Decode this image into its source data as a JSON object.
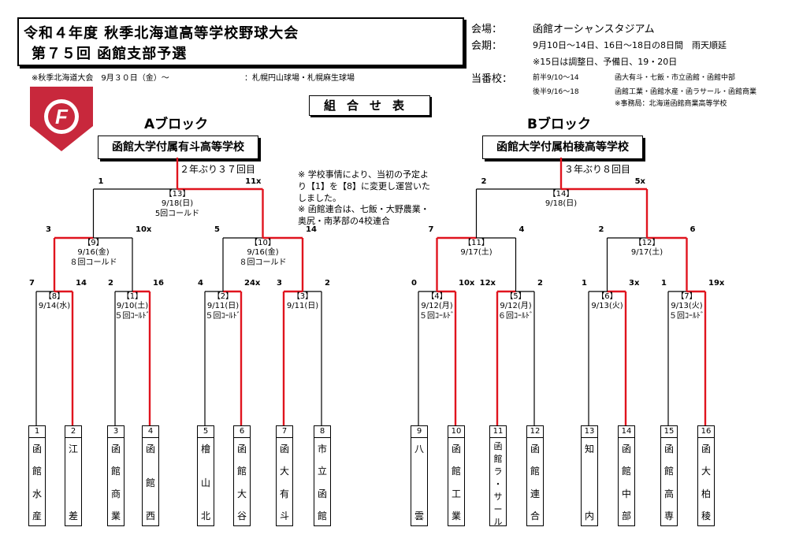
{
  "title": {
    "line1": "令和４年度 秋季北海道高等学校野球大会",
    "line2": "第７５回 函館支部予選"
  },
  "info": {
    "venue_label": "会場：",
    "venue": "函館オーシャンスタジアム",
    "period_label": "会期：",
    "period": "9月10日～14日、16日～18日の8日間　雨天順延",
    "period_note": "※15日は調整日、予備日、19・20日",
    "host_label": "当番校：",
    "host_rows": [
      {
        "term": "前半9/10～14",
        "schools": "函大有斗・七飯・市立函館・函館中部"
      },
      {
        "term": "後半9/16～18",
        "schools": "函館工業・函館水産・函ラサール・函館商業"
      }
    ],
    "office": "※事務局：北海道函館商業高等学校",
    "hokkaido_note": "※秋季北海道大会　9月３０日（金）～",
    "hokkaido_venue": "：札幌円山球場・札幌麻生球場"
  },
  "chart_label": "組合せ表",
  "blocks": [
    {
      "name": "Aブロック",
      "winner": "函館大学付属有斗高等学校",
      "appearance": "２年ぶり３７回目"
    },
    {
      "name": "Bブロック",
      "winner": "函館大学付属柏稜高等学校",
      "appearance": "３年ぶり８回目"
    }
  ],
  "notes": [
    "※ 学校事情により、当初の予定より【1】を【8】に変更し運営いたしました。",
    "※ 函館連合は、七飯・大野農業・奥尻・南茅部の4校連合"
  ],
  "teams": [
    {
      "num": "1",
      "chars": [
        "函",
        "館",
        "水",
        "産"
      ]
    },
    {
      "num": "2",
      "chars": [
        "江",
        "差"
      ]
    },
    {
      "num": "3",
      "chars": [
        "函",
        "館",
        "商",
        "業"
      ]
    },
    {
      "num": "4",
      "chars": [
        "函",
        "館",
        "西"
      ]
    },
    {
      "num": "5",
      "chars": [
        "檜",
        "山",
        "北"
      ]
    },
    {
      "num": "6",
      "chars": [
        "函",
        "館",
        "大",
        "谷"
      ]
    },
    {
      "num": "7",
      "chars": [
        "函",
        "大",
        "有",
        "斗"
      ]
    },
    {
      "num": "8",
      "chars": [
        "市",
        "立",
        "函",
        "館"
      ]
    },
    {
      "num": "9",
      "chars": [
        "八",
        "雲"
      ]
    },
    {
      "num": "10",
      "chars": [
        "函",
        "館",
        "工",
        "業"
      ]
    },
    {
      "num": "11",
      "chars": [
        "函",
        "館",
        "ラ",
        "・",
        "サ",
        "ー",
        "ル"
      ]
    },
    {
      "num": "12",
      "chars": [
        "函",
        "館",
        "連",
        "合"
      ]
    },
    {
      "num": "13",
      "chars": [
        "知",
        "内"
      ]
    },
    {
      "num": "14",
      "chars": [
        "函",
        "館",
        "中",
        "部"
      ]
    },
    {
      "num": "15",
      "chars": [
        "函",
        "館",
        "高",
        "専"
      ]
    },
    {
      "num": "16",
      "chars": [
        "函",
        "大",
        "柏",
        "稜"
      ]
    }
  ],
  "round1": [
    {
      "game": "【8】",
      "date": "9/14(水)",
      "note": "",
      "left": "7",
      "right": "14",
      "winner": "right"
    },
    {
      "game": "【1】",
      "date": "9/10(土)",
      "note": "５回ｺｰﾙﾄﾞ",
      "left": "2",
      "right": "16",
      "winner": "right"
    },
    {
      "game": "【2】",
      "date": "9/11(日)",
      "note": "５回ｺｰﾙﾄﾞ",
      "left": "4",
      "right": "24x",
      "winner": "right"
    },
    {
      "game": "【3】",
      "date": "9/11(日)",
      "note": "",
      "left": "3",
      "right": "2",
      "winner": "left"
    },
    {
      "game": "【4】",
      "date": "9/12(月)",
      "note": "５回ｺｰﾙﾄﾞ",
      "left": "0",
      "right": "10x",
      "winner": "right"
    },
    {
      "game": "【5】",
      "date": "9/12(月)",
      "note": "６回ｺｰﾙﾄﾞ",
      "left": "12x",
      "right": "2",
      "winner": "left"
    },
    {
      "game": "【6】",
      "date": "9/13(火)",
      "note": "",
      "left": "1",
      "right": "3x",
      "winner": "right"
    },
    {
      "game": "【7】",
      "date": "9/13(火)",
      "note": "５回ｺｰﾙﾄﾞ",
      "left": "1",
      "right": "19x",
      "winner": "right"
    }
  ],
  "round2": [
    {
      "game": "【9】",
      "date": "9/16(金)",
      "note": "８回コールド",
      "left": "3",
      "right": "10x",
      "winner": "left"
    },
    {
      "game": "【10】",
      "date": "9/16(金)",
      "note": "８回コールド",
      "left": "5",
      "right": "14",
      "winner": "right"
    },
    {
      "game": "【11】",
      "date": "9/17(土)",
      "note": "",
      "left": "7",
      "right": "4",
      "winner": "left"
    },
    {
      "game": "【12】",
      "date": "9/17(土)",
      "note": "",
      "left": "2",
      "right": "6",
      "winner": "right"
    }
  ],
  "finals": [
    {
      "game": "【13】",
      "date": "9/18(日)",
      "note": "5回コールド",
      "left": "1",
      "right": "11x",
      "winner": "right"
    },
    {
      "game": "【14】",
      "date": "9/18(日)",
      "note": "",
      "left": "2",
      "right": "5x",
      "winner": "right"
    }
  ],
  "colors": {
    "win": "#e0141e",
    "line": "#000000",
    "logo": "#c8283c"
  },
  "logo_letter": "F"
}
